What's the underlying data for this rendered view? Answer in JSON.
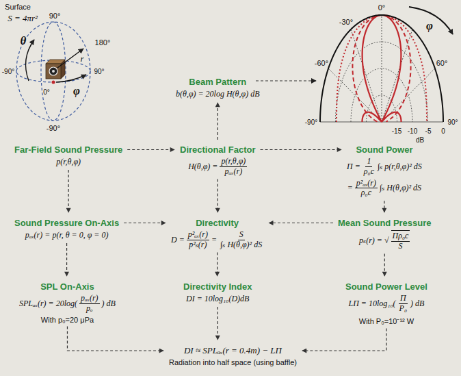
{
  "diagram": {
    "nodes": [
      {
        "text": [
          "Beam Pattern",
          "b(θ,φ) = 20log H(θ,φ) dB"
        ]
      },
      {
        "text": [
          "Far-Field Sound Pressure",
          "p(r,θ,φ)"
        ]
      },
      {
        "text": [
          "Directional Factor",
          "H(θ,φ) =",
          "p(r,θ,φ)",
          "pₐₓ(r)"
        ]
      },
      {
        "text": [
          "Sound Power",
          "Π =",
          "1",
          "ρ₀c",
          "∫ₛ p(r,θ,φ)² dS",
          "=",
          "p²ₐₓ(r)",
          "ρ₀c",
          "∫ₛ H(θ,φ)² dS"
        ]
      },
      {
        "text": [
          "Sound Pressure On-Axis",
          "pₐₓ(r) = p(r, θ = 0, φ = 0)"
        ]
      },
      {
        "text": [
          "Directivity",
          "D =",
          "p²ₐₓ(r)",
          "p²ₛ(r)",
          "=",
          "S",
          "∫ₛ H(θ,φ)² dS"
        ]
      },
      {
        "text": [
          "Mean Sound Pressure",
          "pₛ(r) =",
          "√",
          "Πρ₀c",
          "S"
        ]
      },
      {
        "text": [
          "SPL On-Axis",
          "SPLₐₓ(r) = 20log(",
          "pₐₓ(r)",
          "pₒ",
          ") dB",
          "With p₀=20 μPa"
        ]
      },
      {
        "text": [
          "Directivity Index",
          "DI = 10log₁₀(D)dB"
        ]
      },
      {
        "text": [
          "Sound Power Level",
          "LΠ = 10log₁₀(",
          "Π",
          "P₀",
          ") dB",
          "With P₀=10⁻¹² W"
        ]
      },
      {
        "text": [
          "DI ≈ SPLₐₓ(r = 0.4m) − LΠ",
          "Radiation into half space (using baffle)"
        ]
      }
    ],
    "edges": [
      {
        "from": 2,
        "to": 0,
        "arrow": "to"
      },
      {
        "from": 1,
        "to": 2,
        "arrow": "to"
      },
      {
        "from": 2,
        "to": 3,
        "arrow": "to"
      },
      {
        "from": 1,
        "to": 4,
        "arrow": "to"
      },
      {
        "from": 2,
        "to": 5,
        "arrow": "to"
      },
      {
        "from": 3,
        "to": 6,
        "arrow": "to"
      },
      {
        "from": 4,
        "to": 5,
        "arrow": "to"
      },
      {
        "from": 6,
        "to": 5,
        "arrow": "to"
      },
      {
        "from": 4,
        "to": 7,
        "arrow": "to"
      },
      {
        "from": 5,
        "to": 8,
        "arrow": "to"
      },
      {
        "from": 6,
        "to": 9,
        "arrow": "to"
      },
      {
        "from": 7,
        "to": 10,
        "arrow": "to"
      },
      {
        "from": 8,
        "to": 10,
        "arrow": "to"
      },
      {
        "from": 9,
        "to": 10,
        "arrow": "to"
      }
    ],
    "labels": [
      "Surface",
      "S = 4πr²",
      "90°",
      "θ",
      "180°",
      "r",
      "-90°",
      "90°",
      "0°",
      "φ",
      "-90°",
      "0°",
      "-30°",
      "-60°",
      "-90°",
      "60°",
      "90°",
      "φ",
      "-15",
      "-10",
      "-5",
      "0",
      "dB"
    ]
  }
}
